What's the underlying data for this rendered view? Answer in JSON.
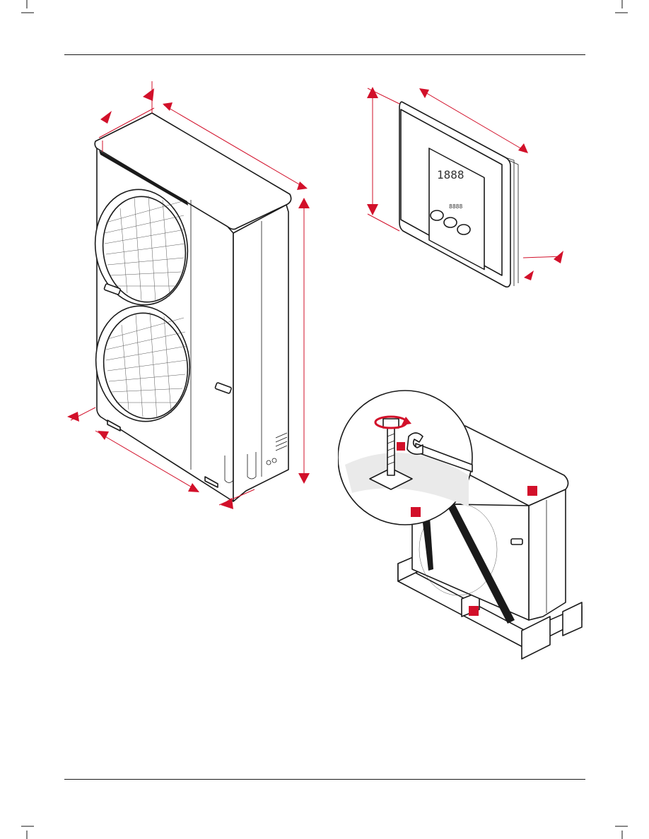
{
  "page": {
    "accent_color": "#d2102a",
    "line_color": "#1a1a1a"
  },
  "illustrations": {
    "outdoor_unit": {
      "icon": "heat-pump-outdoor-unit"
    },
    "controller": {
      "icon": "wall-thermostat",
      "lcd_digits": "1888",
      "lcd_small_digits": "8888"
    },
    "installation": {
      "icon": "pallet-removal",
      "tool_icon": "spanner-icon",
      "rotation_icon": "rotate-arrow-icon"
    }
  }
}
